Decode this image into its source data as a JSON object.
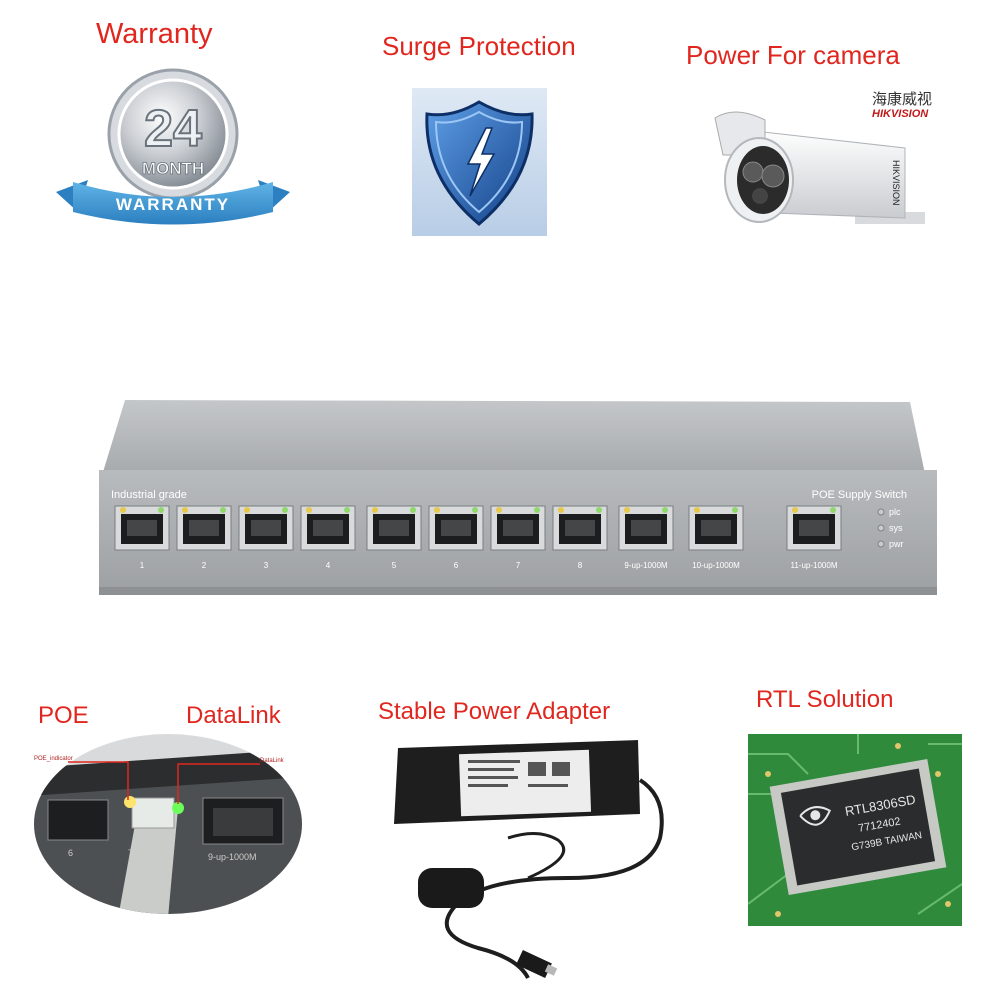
{
  "captions": {
    "warranty": "Warranty",
    "surge": "Surge Protection",
    "camera": "Power For camera",
    "poe": "POE",
    "datalink": "DataLink",
    "adapter": "Stable Power Adapter",
    "rtl": "RTL Solution"
  },
  "warranty_badge": {
    "number": "24",
    "month": "MONTH",
    "ribbon": "WARRANTY"
  },
  "camera": {
    "brand_cn": "海康威视",
    "brand": "HIKVISION",
    "side_label": "HIKVISION"
  },
  "switch": {
    "left_label": "Industrial grade",
    "right_label": "POE Supply Switch",
    "ports": [
      "1",
      "2",
      "3",
      "4",
      "5",
      "6",
      "7",
      "8",
      "9-up-1000M",
      "10-up-1000M",
      "11-up-1000M"
    ],
    "leds": [
      "plc",
      "sys",
      "pwr"
    ]
  },
  "poe_closeup": {
    "label_left": "POE_indicator",
    "label_right": "DataLink",
    "port_a": "6",
    "port_b": "7",
    "port_c": "9-up-1000M"
  },
  "chip": {
    "line1": "RTL8306SD",
    "line2": "7712402",
    "line3": "G739B TAIWAN"
  },
  "colors": {
    "caption": "#e0261e",
    "switch_body": "#a9acae",
    "shield": "#2a66b8",
    "pcb": "#2f8a3c"
  }
}
